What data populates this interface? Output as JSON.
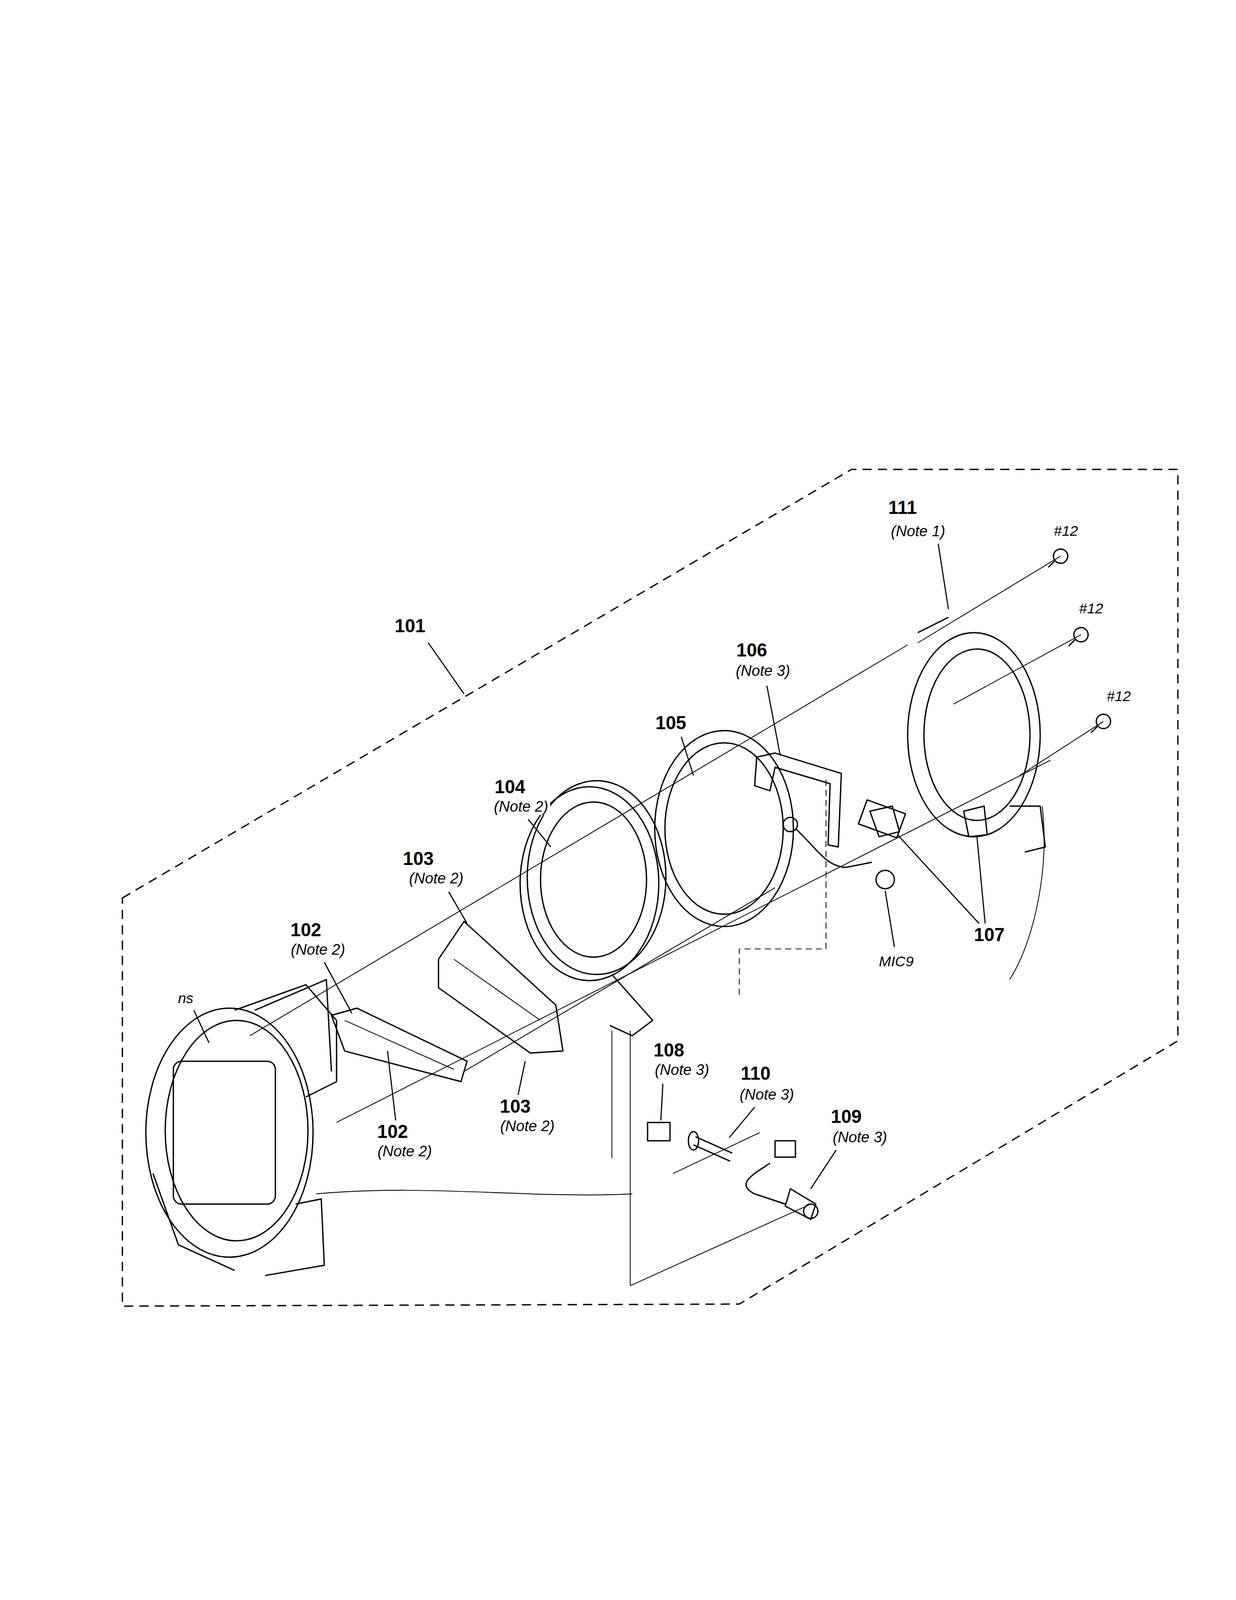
{
  "diagram": {
    "labels": [
      "111",
      "(Note 1)",
      "#12",
      "#12",
      "#12",
      "101",
      "106",
      "(Note 3)",
      "105",
      "104",
      "(Note 2)",
      "103",
      "(Note 2)",
      "102",
      "(Note 2)",
      "ns",
      "MIC9",
      "107",
      "102",
      "(Note 2)",
      "103",
      "(Note 2)",
      "108",
      "(Note 3)",
      "110",
      "(Note 3)",
      "109",
      "(Note 3)"
    ]
  }
}
